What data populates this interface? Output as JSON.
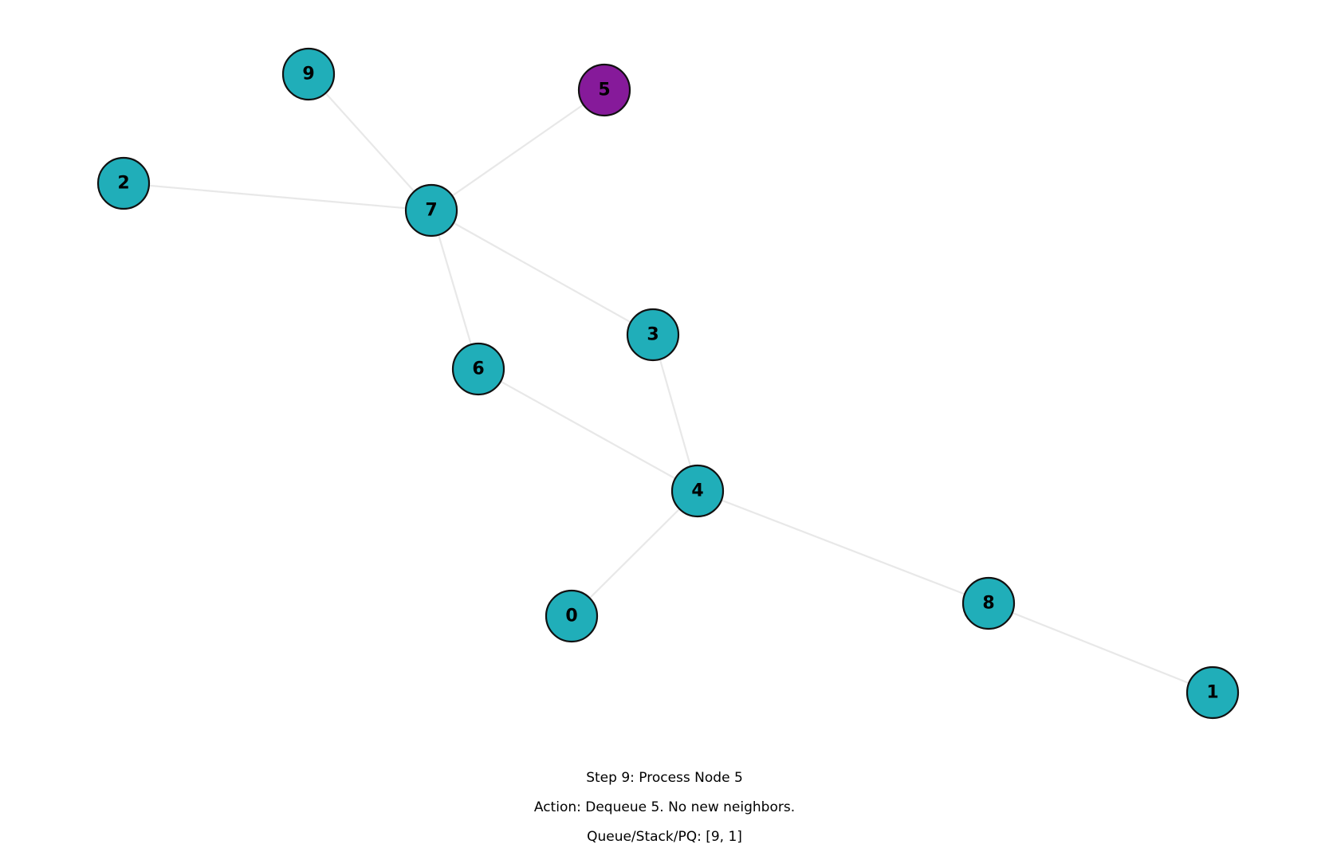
{
  "colors": {
    "default_node": "#20aeb9",
    "current_node": "#861a9a",
    "edge": "#e8e8e8",
    "node_border": "#111111"
  },
  "graph": {
    "nodes": [
      {
        "id": "9",
        "label": "9",
        "state": "default"
      },
      {
        "id": "5",
        "label": "5",
        "state": "current"
      },
      {
        "id": "2",
        "label": "2",
        "state": "default"
      },
      {
        "id": "7",
        "label": "7",
        "state": "default"
      },
      {
        "id": "3",
        "label": "3",
        "state": "default"
      },
      {
        "id": "6",
        "label": "6",
        "state": "default"
      },
      {
        "id": "4",
        "label": "4",
        "state": "default"
      },
      {
        "id": "0",
        "label": "0",
        "state": "default"
      },
      {
        "id": "8",
        "label": "8",
        "state": "default"
      },
      {
        "id": "1",
        "label": "1",
        "state": "default"
      }
    ],
    "edges": [
      [
        "9",
        "7"
      ],
      [
        "5",
        "7"
      ],
      [
        "2",
        "7"
      ],
      [
        "7",
        "6"
      ],
      [
        "7",
        "3"
      ],
      [
        "6",
        "4"
      ],
      [
        "3",
        "4"
      ],
      [
        "4",
        "0"
      ],
      [
        "4",
        "8"
      ],
      [
        "8",
        "1"
      ]
    ]
  },
  "caption": {
    "step": "Step 9: Process Node 5",
    "action": "Action: Dequeue 5. No new neighbors.",
    "queue": "Queue/Stack/PQ: [9, 1]"
  }
}
